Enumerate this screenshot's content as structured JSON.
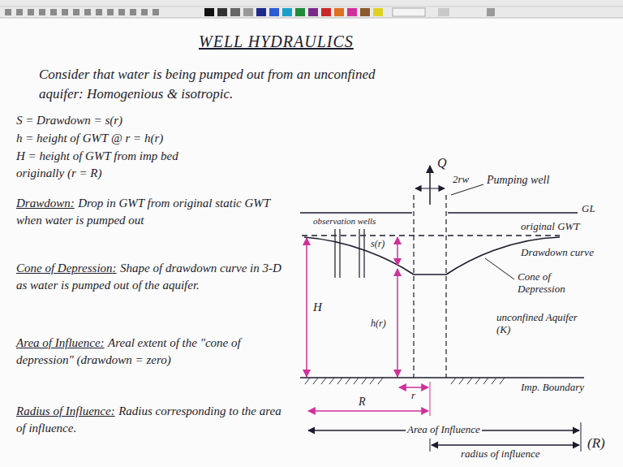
{
  "diagram": {
    "title": "WELL HYDRAULICS",
    "labels": [
      "Consider that water is being pumped out from an unconfined aquifer: Homogenious & isotropic.",
      "S = Drawdown = s(r)",
      "h = height of GWT @ r = h(r)",
      "H = height of GWT from imp bed originally (r = R)",
      "Drawdown:",
      "Drop in GWT from original static GWT when water is pumped out",
      "Cone of Depression:",
      "Shape of drawdown curve in 3-D as water is pumped out of the aquifer.",
      "Area of Influence:",
      "Areal extent of the \"cone of depression\" (drawdown = zero)",
      "Radius of Influence:",
      "Radius corresponding to the area of influence.",
      "Q",
      "2rw",
      "Pumping well",
      "GL",
      "original GWT",
      "observation wells",
      "Drawdown curve",
      "Cone of Depression",
      "unconfined Aquifer (K)",
      "H",
      "s(r)",
      "h(r)",
      "Imp. Boundary",
      "R",
      "r",
      "Area of Influence",
      "radius of influence",
      "(R)"
    ]
  }
}
